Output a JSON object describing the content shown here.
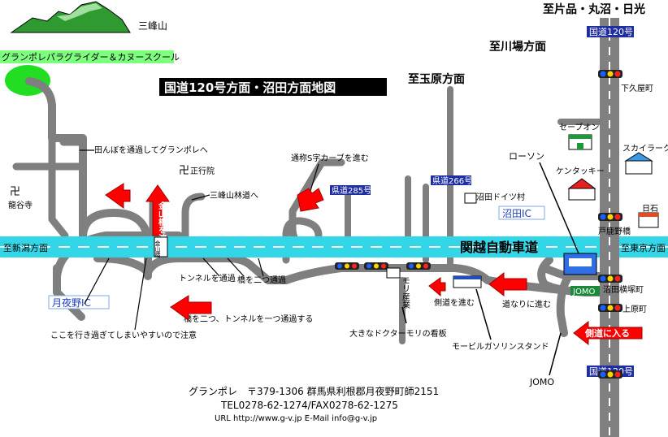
{
  "colors": {
    "expressway": "#33d6e6",
    "road": "#808080",
    "route_sign": "#1f2fa3",
    "arrow_red": "#ff0000",
    "green_circle": "#22dd22",
    "school_label_bg": "#7fff7f",
    "mountain": "#2f9a2f",
    "jomo_green": "#1a8a3a",
    "ic_blue": "#1f3fbf"
  },
  "title": "国道120号方面・沼田方面地図",
  "mountain_label": "三峰山",
  "school_name": "グランポレパラグライダー＆カヌースクール",
  "directions": {
    "katashina": "至片品・丸沼・日光",
    "kawaba": "至川場方面",
    "tamahara": "至玉原方面",
    "niigata": "至新潟方面",
    "tokyo": "至東京方面"
  },
  "route_signs": {
    "national_top": "国道120号",
    "national_bottom": "国道120号",
    "pref_285": "県道285号",
    "pref_266": "県道266号"
  },
  "expressway_name": "関越自動車道",
  "interchanges": {
    "tsukiyono": "月夜野IC",
    "numata": "沼田IC"
  },
  "places": {
    "ryukokuji": "龍谷寺",
    "shogyoin": "正行院",
    "numata_doitsu": "沼田ドイツ村",
    "shimokuyacho": "下久屋町",
    "tokoebashi": "戸鹿野橋",
    "numata_yokotsukacho": "沼田横塚町",
    "kamiharacho": "上原町",
    "mori_sangyo": "モリ産業",
    "seven_eleven": "セーブオン",
    "lawson": "ローソン",
    "kfc": "ケンタッキー",
    "skylark": "スカイラーク",
    "nisseki": "日石",
    "jomo_label": "JOMO",
    "jomo_sign": "JOMO",
    "mobil": "モービルガソリンスタンド",
    "big_sign": "大きなドクターモリの看板"
  },
  "notes": {
    "tanbo": "田んぼを通過してグランポレへ",
    "mitsumine_rindo": "三峰山林道へ",
    "s_curve": "通称S字カーブを進む",
    "tunnel": "トンネルを通過",
    "two_bridges": "橋を二つ通過",
    "bridges_tunnel": "橋を二つ、トンネルを一つ通過する",
    "miss_warning": "ここを行き過ぎてしまいやすいので注意",
    "sokudo_susumu": "側道を進む",
    "road_follow": "道なりに進む",
    "sokudo_hairu": "側道に入る",
    "kinzan_bridge": "金山橋を渡る",
    "kinzan_sign": "金山橋"
  },
  "footer": {
    "line1": "グランポレ　〒379-1306 群馬県利根郡月夜野町師2151",
    "line2": "TEL0278-62-1274/FAX0278-62-1275",
    "line3": "URL http://www.g-v.jp E-Mail info@g-v.jp"
  }
}
